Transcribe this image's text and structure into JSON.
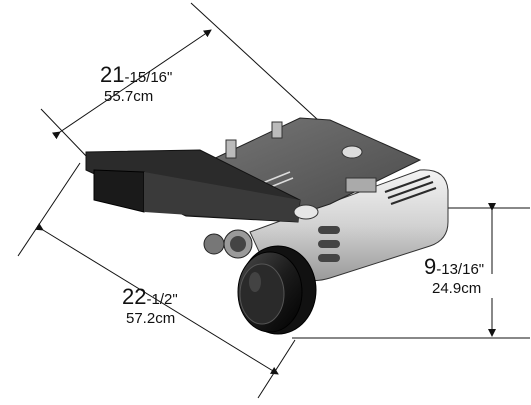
{
  "dimensions": {
    "depth": {
      "whole": "21",
      "fraction": "-15/16\"",
      "metric": "55.7cm"
    },
    "width": {
      "whole": "22",
      "fraction": "-1/2\"",
      "metric": "57.2cm"
    },
    "height": {
      "whole": "9",
      "fraction": "-13/16\"",
      "metric": "24.9cm"
    }
  },
  "colors": {
    "line": "#111111",
    "body_dark": "#2b2b2b",
    "body_mid": "#5a5a5a",
    "body_light": "#cfcfcf",
    "chrome": "#e6e6e6"
  }
}
